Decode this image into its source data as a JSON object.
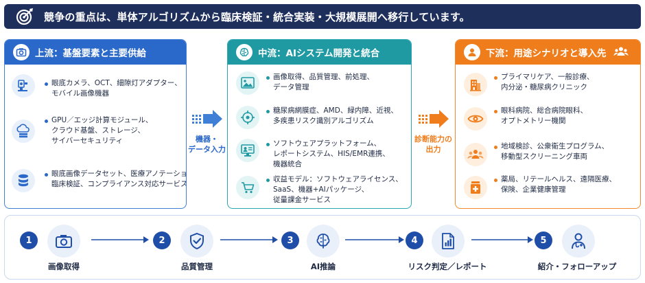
{
  "banner": {
    "text": "競争の重点は、単体アルゴリズムから臨床検証・統合実装・大規模展開へ移行しています。",
    "icon": "target-icon"
  },
  "colors": {
    "navy": "#1f2f5c",
    "upstream": "#2a68c9",
    "midstream": "#1f9aa3",
    "downstream": "#ef7d1c",
    "step": "#1f4ea8"
  },
  "upstream": {
    "title": "上流：基盤要素と主要供給",
    "icon": "camera-icon",
    "items": [
      {
        "icon": "microscope-icon",
        "lines": [
          "眼底カメラ、OCT、細隙灯アダプター、",
          "モバイル画像機器"
        ]
      },
      {
        "icon": "cloud-server-icon",
        "lines": [
          "GPU／エッジ計算モジュール、",
          "クラウド基盤、ストレージ、",
          "サイバーセキュリティ"
        ]
      },
      {
        "icon": "database-icon",
        "lines": [
          "眼底画像データセット、医療アノテーション、",
          "臨床検証、コンプライアンス対応サービス"
        ]
      }
    ]
  },
  "midstream": {
    "title": "中流：AIシステム開発と統合",
    "icon": "brain-icon",
    "items": [
      {
        "icon": "image-icon",
        "lines": [
          "画像取得、品質管理、前処理、",
          "データ管理"
        ]
      },
      {
        "icon": "crosshair-icon",
        "lines": [
          "糖尿病網膜症、AMD、緑内障、近視、",
          "多疾患リスク識別アルゴリズム"
        ]
      },
      {
        "icon": "monitor-user-icon",
        "lines": [
          "ソフトウェアプラットフォーム、",
          "レポートシステム、HIS/EMR連携、",
          "機器統合"
        ]
      },
      {
        "icon": "cart-icon",
        "lines": [
          "収益モデル：ソフトウェアライセンス、",
          "SaaS、機器+AIパッケージ、",
          "従量課金サービス"
        ]
      }
    ]
  },
  "downstream": {
    "title": "下流：用途シナリオと導入先",
    "icon": "user-icon",
    "people_icon": "people-icon",
    "items": [
      {
        "icon": "building-icon",
        "lines": [
          "プライマリケア、一般診療、",
          "内分泌・糖尿病クリニック"
        ]
      },
      {
        "icon": "eye-icon",
        "lines": [
          "眼科病院、総合病院眼科、",
          "オプトメトリー機関"
        ]
      },
      {
        "icon": "group-icon",
        "lines": [
          "地域検診、公衆衛生プログラム、",
          "移動型スクリーニング車両"
        ]
      },
      {
        "icon": "pharmacy-icon",
        "lines": [
          "薬局、リテールヘルス、遠隔医療、",
          "保険、企業健康管理"
        ]
      }
    ]
  },
  "flow": {
    "left_label": [
      "機器・",
      "データ入力"
    ],
    "right_label": [
      "診断能力の",
      "出力"
    ]
  },
  "process": {
    "steps": [
      {
        "num": "1",
        "label": "画像取得",
        "icon": "camera-icon"
      },
      {
        "num": "2",
        "label": "品質管理",
        "icon": "shield-check-icon"
      },
      {
        "num": "3",
        "label": "AI推論",
        "icon": "brain-icon"
      },
      {
        "num": "4",
        "label": "リスク判定／レポート",
        "icon": "report-chart-icon"
      },
      {
        "num": "5",
        "label": "紹介・フォローアップ",
        "icon": "doctor-icon"
      }
    ]
  }
}
